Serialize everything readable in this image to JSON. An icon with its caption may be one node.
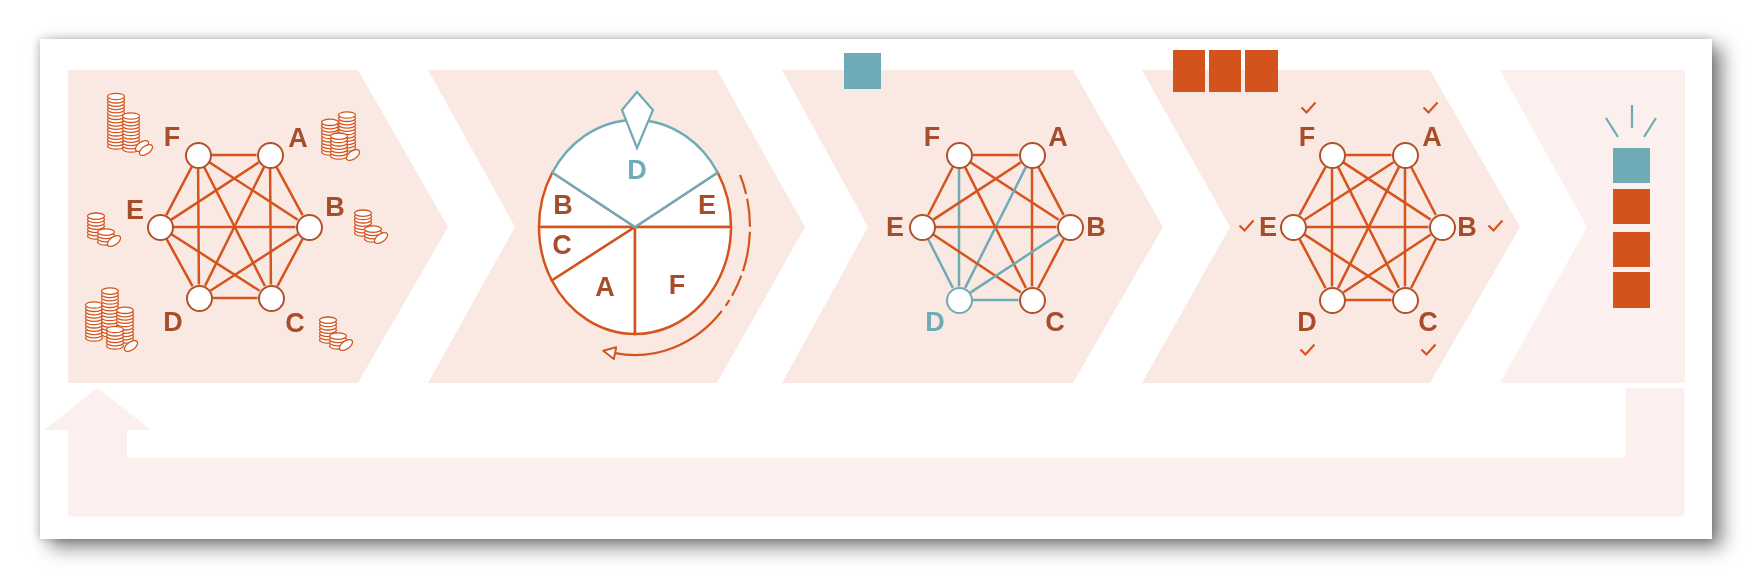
{
  "diagram": {
    "nodes": [
      {
        "text": [],
        "shape": "chevron"
      },
      {
        "text": [],
        "shape": "circle",
        "beside": [
          "F"
        ],
        "in": 0
      },
      {
        "text": [],
        "shape": "circle",
        "beside": [
          "A"
        ],
        "in": 0
      },
      {
        "text": [],
        "shape": "circle",
        "beside": [
          "E"
        ],
        "in": 0
      },
      {
        "text": [],
        "shape": "circle",
        "beside": [
          "B"
        ],
        "in": 0
      },
      {
        "text": [],
        "shape": "circle",
        "beside": [
          "D"
        ],
        "in": 0
      },
      {
        "text": [],
        "shape": "circle",
        "beside": [
          "C"
        ],
        "in": 0
      },
      {
        "text": [],
        "shape": "chevron"
      },
      {
        "text": [
          "D",
          "B",
          "E",
          "C",
          "A",
          "F"
        ],
        "in": 7
      },
      {
        "text": [],
        "shape": "chevron"
      },
      {
        "text": [],
        "shape": "circle",
        "beside": [
          "F"
        ],
        "in": 9
      },
      {
        "text": [],
        "shape": "circle",
        "beside": [
          "A"
        ],
        "in": 9
      },
      {
        "text": [],
        "shape": "circle",
        "beside": [
          "E"
        ],
        "in": 9
      },
      {
        "text": [],
        "shape": "circle",
        "beside": [
          "B"
        ],
        "in": 9
      },
      {
        "text": [],
        "shape": "circle",
        "beside": [
          "D"
        ],
        "in": 9
      },
      {
        "text": [],
        "shape": "circle",
        "beside": [
          "C"
        ],
        "in": 9
      },
      {
        "text": [],
        "shape": "chevron"
      },
      {
        "text": [],
        "shape": "circle",
        "beside": [
          "F"
        ],
        "in": 16
      },
      {
        "text": [],
        "shape": "circle",
        "beside": [
          "A"
        ],
        "in": 16
      },
      {
        "text": [],
        "shape": "circle",
        "beside": [
          "E"
        ],
        "in": 16
      },
      {
        "text": [],
        "shape": "circle",
        "beside": [
          "B"
        ],
        "in": 16
      },
      {
        "text": [],
        "shape": "circle",
        "beside": [
          "D"
        ],
        "in": 16
      },
      {
        "text": [],
        "shape": "circle",
        "beside": [
          "C"
        ],
        "in": 16
      },
      {
        "text": [],
        "shape": "chevron"
      }
    ],
    "edges": [
      {
        "from": 1,
        "to": 2,
        "arrow": "none"
      },
      {
        "from": 1,
        "to": 3,
        "arrow": "none"
      },
      {
        "from": 1,
        "to": 4,
        "arrow": "none"
      },
      {
        "from": 1,
        "to": 5,
        "arrow": "none"
      },
      {
        "from": 1,
        "to": 6,
        "arrow": "none"
      },
      {
        "from": 2,
        "to": 3,
        "arrow": "none"
      },
      {
        "from": 2,
        "to": 4,
        "arrow": "none"
      },
      {
        "from": 2,
        "to": 5,
        "arrow": "none"
      },
      {
        "from": 2,
        "to": 6,
        "arrow": "none"
      },
      {
        "from": 3,
        "to": 4,
        "arrow": "none"
      },
      {
        "from": 3,
        "to": 5,
        "arrow": "none"
      },
      {
        "from": 3,
        "to": 6,
        "arrow": "none"
      },
      {
        "from": 4,
        "to": 5,
        "arrow": "none"
      },
      {
        "from": 4,
        "to": 6,
        "arrow": "none"
      },
      {
        "from": 5,
        "to": 6,
        "arrow": "none"
      },
      {
        "from": 10,
        "to": 11,
        "arrow": "none"
      },
      {
        "from": 10,
        "to": 12,
        "arrow": "none"
      },
      {
        "from": 10,
        "to": 13,
        "arrow": "none"
      },
      {
        "from": 10,
        "to": 14,
        "arrow": "none",
        "color": "#6eabb7"
      },
      {
        "from": 10,
        "to": 15,
        "arrow": "none"
      },
      {
        "from": 11,
        "to": 12,
        "arrow": "none"
      },
      {
        "from": 11,
        "to": 13,
        "arrow": "none"
      },
      {
        "from": 11,
        "to": 14,
        "arrow": "none",
        "color": "#6eabb7"
      },
      {
        "from": 11,
        "to": 15,
        "arrow": "none"
      },
      {
        "from": 12,
        "to": 13,
        "arrow": "none"
      },
      {
        "from": 12,
        "to": 14,
        "arrow": "none",
        "color": "#6eabb7"
      },
      {
        "from": 12,
        "to": 15,
        "arrow": "none"
      },
      {
        "from": 13,
        "to": 14,
        "arrow": "none",
        "color": "#6eabb7"
      },
      {
        "from": 13,
        "to": 15,
        "arrow": "none"
      },
      {
        "from": 14,
        "to": 15,
        "arrow": "none",
        "color": "#6eabb7"
      },
      {
        "from": 17,
        "to": 18,
        "arrow": "none"
      },
      {
        "from": 17,
        "to": 19,
        "arrow": "none"
      },
      {
        "from": 17,
        "to": 20,
        "arrow": "none"
      },
      {
        "from": 17,
        "to": 21,
        "arrow": "none"
      },
      {
        "from": 17,
        "to": 22,
        "arrow": "none"
      },
      {
        "from": 18,
        "to": 19,
        "arrow": "none"
      },
      {
        "from": 18,
        "to": 20,
        "arrow": "none"
      },
      {
        "from": 18,
        "to": 21,
        "arrow": "none"
      },
      {
        "from": 18,
        "to": 22,
        "arrow": "none"
      },
      {
        "from": 19,
        "to": 20,
        "arrow": "none"
      },
      {
        "from": 19,
        "to": 21,
        "arrow": "none"
      },
      {
        "from": 19,
        "to": 22,
        "arrow": "none"
      },
      {
        "from": 20,
        "to": 21,
        "arrow": "none"
      },
      {
        "from": 20,
        "to": 22,
        "arrow": "none"
      },
      {
        "from": 21,
        "to": 22,
        "arrow": "none"
      },
      {
        "from": 23,
        "to": 0,
        "arrow": "to",
        "style": "thick",
        "color": "#fbf0ed"
      }
    ]
  }
}
